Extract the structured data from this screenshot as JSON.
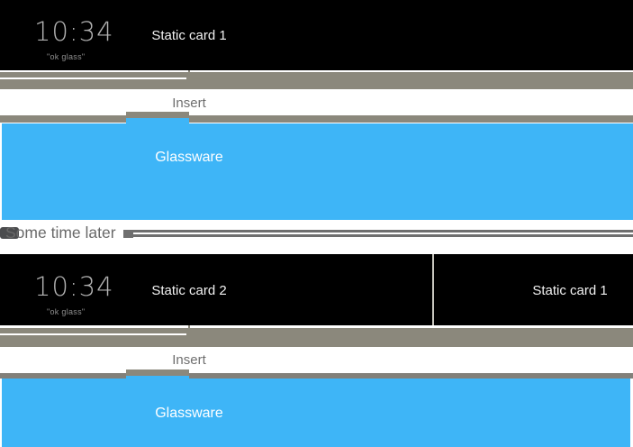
{
  "palette": {
    "timeline_black": "#000000",
    "connector_gray": "#8b887c",
    "connector_gray_dark": "#82807a",
    "glassware_blue": "#3eb5f7",
    "label_gray": "#6f6f6f",
    "clock_gray": "#b3b3b3",
    "divider_gray": "#696969",
    "card_text_white": "#f2f2f2"
  },
  "timeline1": {
    "clock": {
      "time": "10:34",
      "hint": "\"ok glass\""
    },
    "cards": [
      {
        "label": "Static card 1"
      }
    ],
    "insert_label": "Insert",
    "glassware_label": "Glassware"
  },
  "divider": {
    "label": "Some time later"
  },
  "timeline2": {
    "clock": {
      "time": "10:34",
      "hint": "\"ok glass\""
    },
    "cards": [
      {
        "label": "Static card 2"
      },
      {
        "label": "Static card 1"
      }
    ],
    "insert_label": "Insert",
    "glassware_label": "Glassware"
  }
}
